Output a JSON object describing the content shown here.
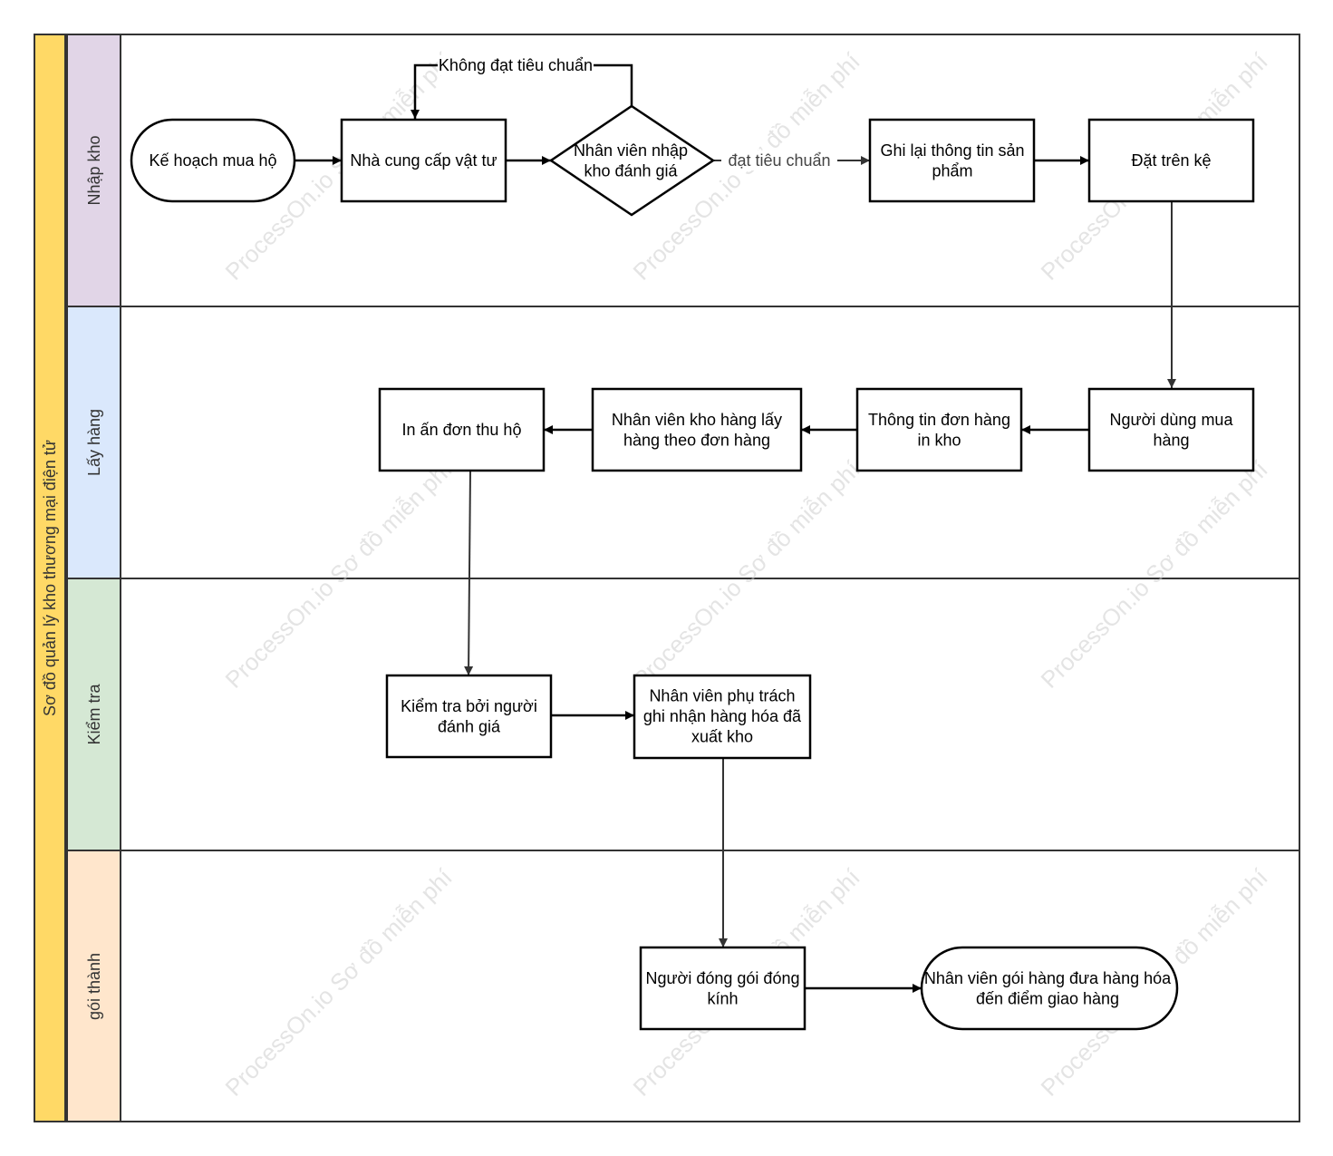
{
  "pool": {
    "title": "Sơ đồ quản lý kho thương mại điện tử",
    "color": "#FFD966"
  },
  "lanes": [
    {
      "id": "lane1",
      "label": "Nhập kho",
      "color": "#E1D5E7"
    },
    {
      "id": "lane2",
      "label": "Lấy hàng",
      "color": "#DAE8FC"
    },
    {
      "id": "lane3",
      "label": "Kiểm tra",
      "color": "#D5E8D4"
    },
    {
      "id": "lane4",
      "label": "gói thành",
      "color": "#FFE6CC"
    }
  ],
  "nodes": [
    {
      "id": "n1",
      "shape": "terminal",
      "lines": [
        "Kế hoạch mua hộ"
      ]
    },
    {
      "id": "n2",
      "shape": "process",
      "lines": [
        "Nhà cung cấp vật tư"
      ]
    },
    {
      "id": "n3",
      "shape": "decision",
      "lines": [
        "Nhân viên nhập",
        "kho đánh giá"
      ]
    },
    {
      "id": "n4",
      "shape": "process",
      "lines": [
        "Ghi lại thông tin sản",
        "phẩm"
      ]
    },
    {
      "id": "n5",
      "shape": "process",
      "lines": [
        "Đặt trên kệ"
      ]
    },
    {
      "id": "n6",
      "shape": "process",
      "lines": [
        "Người dùng mua",
        "hàng"
      ]
    },
    {
      "id": "n7",
      "shape": "process",
      "lines": [
        "Thông tin đơn hàng",
        "in kho"
      ]
    },
    {
      "id": "n8",
      "shape": "process",
      "lines": [
        "Nhân viên kho hàng lấy",
        "hàng theo đơn hàng"
      ]
    },
    {
      "id": "n9",
      "shape": "process",
      "lines": [
        "In ấn đơn thu hộ"
      ]
    },
    {
      "id": "n10",
      "shape": "process",
      "lines": [
        "Kiểm tra bởi người",
        "đánh giá"
      ]
    },
    {
      "id": "n11",
      "shape": "process",
      "lines": [
        "Nhân viên phụ trách",
        "ghi nhận hàng hóa đã",
        "xuất kho"
      ]
    },
    {
      "id": "n12",
      "shape": "process",
      "lines": [
        "Người đóng gói đóng",
        "kính"
      ]
    },
    {
      "id": "n13",
      "shape": "terminal",
      "lines": [
        "Nhân viên gói hàng đưa hàng hóa",
        "đến điểm giao hàng"
      ]
    }
  ],
  "edges": [
    {
      "id": "e1",
      "from": "n1",
      "to": "n2",
      "label": ""
    },
    {
      "id": "e2",
      "from": "n2",
      "to": "n3",
      "label": ""
    },
    {
      "id": "e3",
      "from": "n3",
      "to": "n2",
      "label": "Không đạt tiêu chuẩn"
    },
    {
      "id": "e4",
      "from": "n3",
      "to": "n4",
      "label": "đạt tiêu chuẩn"
    },
    {
      "id": "e5",
      "from": "n4",
      "to": "n5",
      "label": ""
    },
    {
      "id": "e6",
      "from": "n5",
      "to": "n6",
      "label": ""
    },
    {
      "id": "e7",
      "from": "n6",
      "to": "n7",
      "label": ""
    },
    {
      "id": "e8",
      "from": "n7",
      "to": "n8",
      "label": ""
    },
    {
      "id": "e9",
      "from": "n8",
      "to": "n9",
      "label": ""
    },
    {
      "id": "e10",
      "from": "n9",
      "to": "n10",
      "label": ""
    },
    {
      "id": "e11",
      "from": "n10",
      "to": "n11",
      "label": ""
    },
    {
      "id": "e12",
      "from": "n11",
      "to": "n12",
      "label": ""
    },
    {
      "id": "e13",
      "from": "n12",
      "to": "n13",
      "label": ""
    }
  ],
  "watermark": "ProcessOn.io Sơ đồ miễn phí"
}
